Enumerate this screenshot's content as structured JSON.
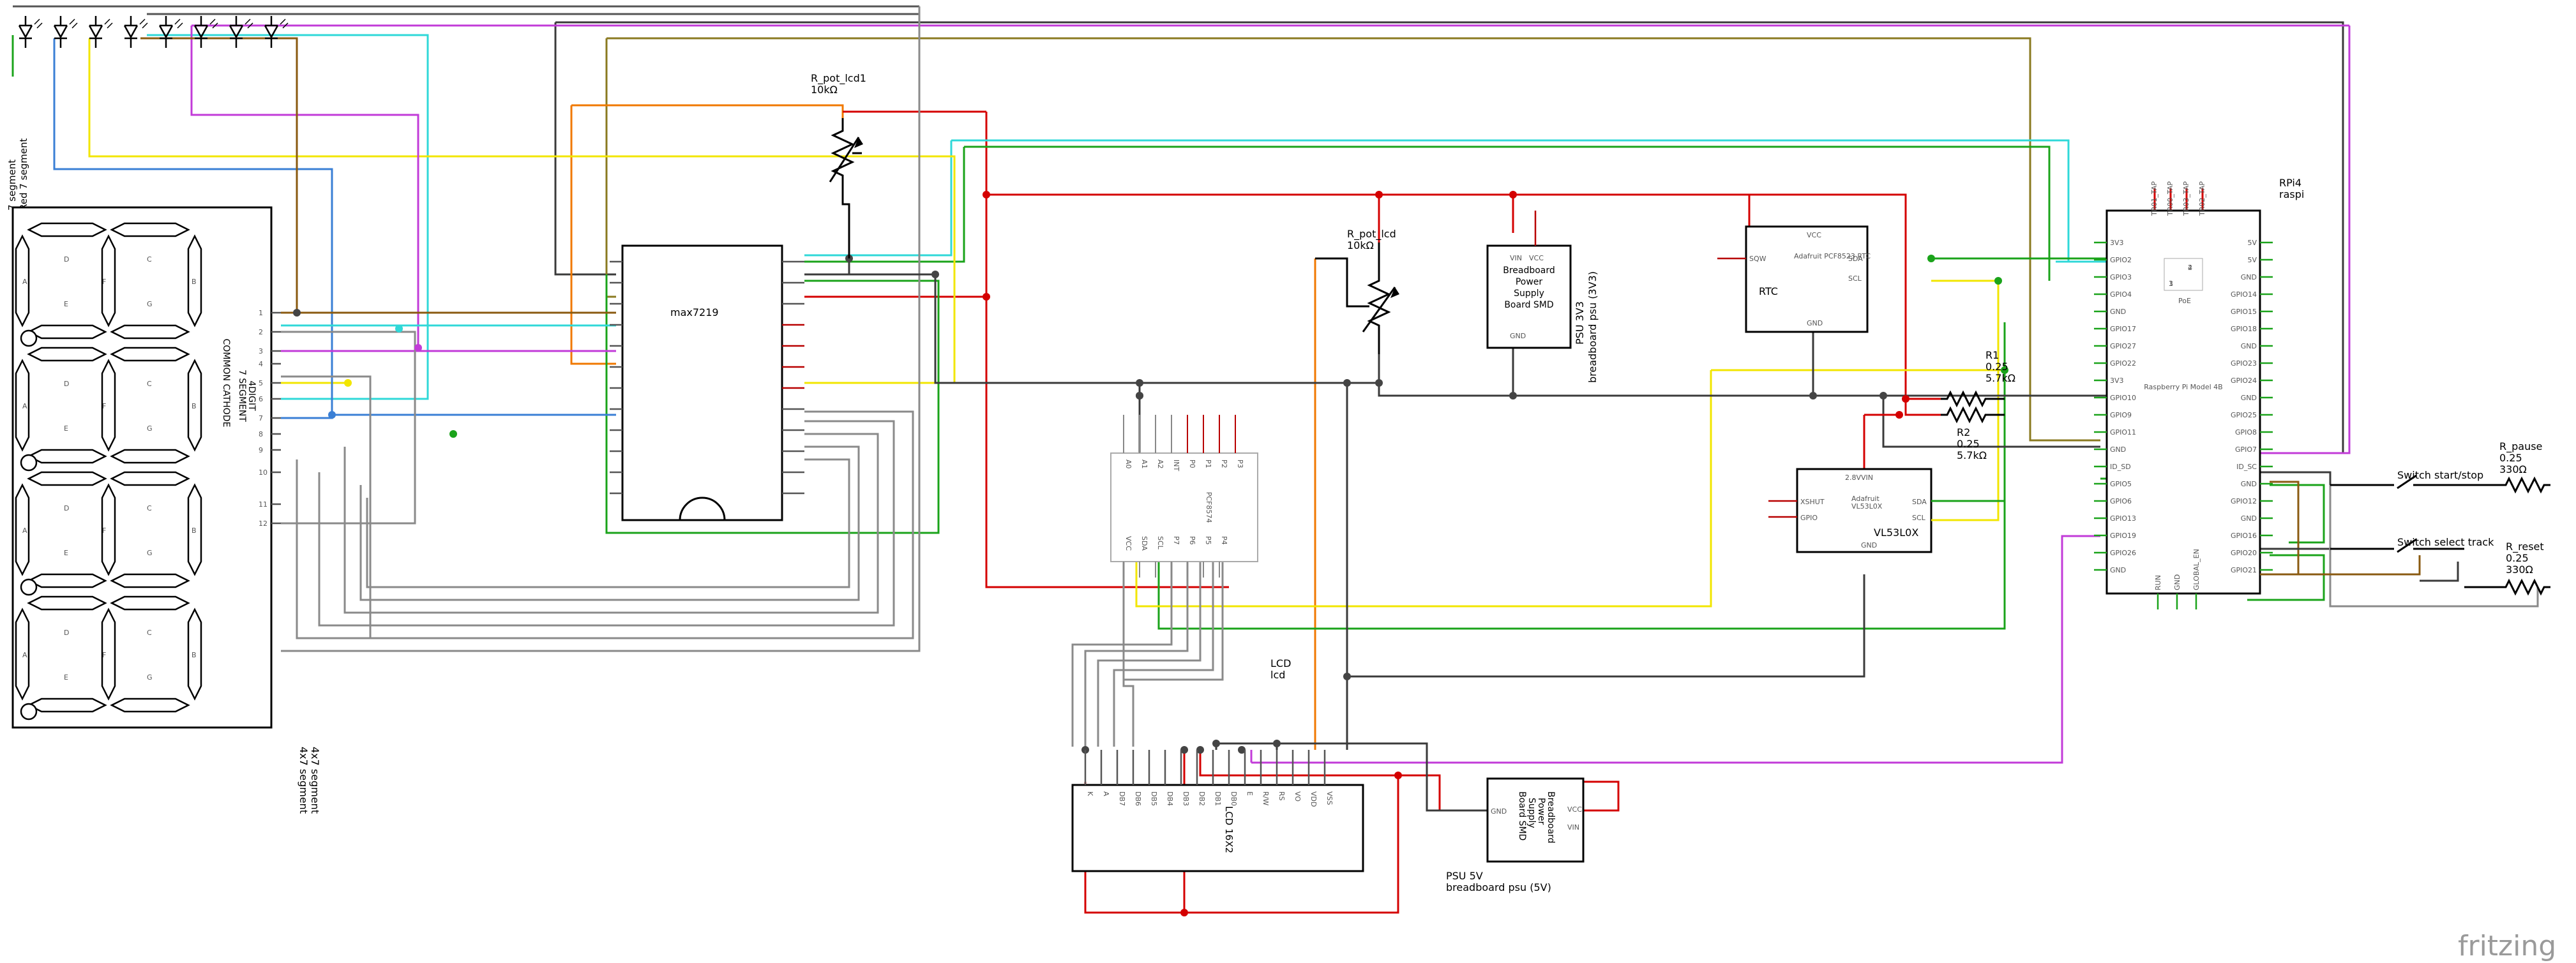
{
  "colors": {
    "black": "#3a3a3a",
    "gray": "#8a8a8a",
    "red": "#d40000",
    "green": "#1aa31a",
    "yellow": "#f2e600",
    "cyan": "#2fd8d8",
    "blue": "#3a7fd5",
    "magenta": "#c23bd8",
    "orange": "#f07800",
    "brown": "#8a5a10",
    "olive": "#8a7a20",
    "lead": "#b80000"
  },
  "seven_segment": {
    "name": "7 segment",
    "value": "Red 7 segment"
  },
  "display_4x7": {
    "orientation_label": "COMMON CATHODE",
    "digits_label": "7 SEGMENT",
    "digit_count": "4DIGIT",
    "name": "4x7 segment",
    "value": "4x7 segment",
    "pin_numbers": [
      "1",
      "2",
      "3",
      "4",
      "5",
      "6",
      "7",
      "8",
      "9",
      "10",
      "11",
      "12"
    ],
    "segment_letters": [
      "D",
      "E",
      "C",
      "G",
      "B",
      "A",
      "F"
    ]
  },
  "max7219": {
    "label": "max7219"
  },
  "pot1": {
    "name": "R_pot_lcd1",
    "value": "10kΩ"
  },
  "pot2": {
    "name": "R_pot_lcd",
    "value": "10kΩ"
  },
  "psu3v3": {
    "line1": "Breadboard",
    "line2": "Power",
    "line3": "Supply",
    "line4": "Board SMD",
    "name": "PSU 3V3",
    "value": "breadboard psu (3V3)",
    "pin_vin": "VIN",
    "pin_vcc": "VCC",
    "pin_gnd": "GND"
  },
  "psu5v": {
    "line1": "Breadboard",
    "line2": "Power",
    "line3": "Supply",
    "line4": "Board SMD",
    "name": "PSU 5V",
    "value": "breadboard psu (5V)",
    "pin_gnd": "GND",
    "pin_vcc": "VCC",
    "pin_vin": "VIN"
  },
  "rtc": {
    "label": "RTC",
    "chip": "Adafruit PCF8523 RTC",
    "pin_sqw": "SQW",
    "pin_vcc": "VCC",
    "pin_sda": "SDA",
    "pin_scl": "SCL",
    "pin_gnd": "GND"
  },
  "r1": {
    "name": "R1",
    "value1": "0.25",
    "value2": "5.7kΩ"
  },
  "r2": {
    "name": "R2",
    "value1": "0.25",
    "value2": "5.7kΩ"
  },
  "vl53": {
    "label": "VL53L0X",
    "chip1": "Adafruit",
    "chip2": "VL53L0X",
    "pin_xshut": "XSHUT",
    "pin_gpio": "GPIO",
    "pin_vin": "VIN",
    "pin_28v": "2.8V",
    "pin_sda": "SDA",
    "pin_scl": "SCL",
    "pin_gnd": "GND"
  },
  "pcf": {
    "label": "PCF8574",
    "top_pins": [
      "A0",
      "A1",
      "A2",
      "INT",
      "P0",
      "P1",
      "P2",
      "P3"
    ],
    "bottom_pins": [
      "VCC",
      "SDA",
      "SCL",
      "P7",
      "P6",
      "P5",
      "P4"
    ]
  },
  "lcd": {
    "name": "LCD",
    "value": "lcd",
    "model": "LCD 16X2",
    "pins": [
      "K",
      "A",
      "DB7",
      "DB6",
      "DB5",
      "DB4",
      "DB3",
      "DB2",
      "DB1",
      "DB0",
      "E",
      "R/W",
      "RS",
      "VO",
      "VDD",
      "VSS"
    ]
  },
  "rpi": {
    "name": "RPi4",
    "value": "raspi",
    "board": "Raspberry Pi Model 4B",
    "left_pins": [
      "3V3",
      "GPIO2",
      "GPIO3",
      "GPIO4",
      "GND",
      "GPIO17",
      "GPIO27",
      "GPIO22",
      "3V3",
      "GPIO10",
      "GPIO9",
      "GPIO11",
      "GND",
      "ID_SD",
      "GPIO5",
      "GPIO6",
      "GPIO13",
      "GPIO19",
      "GPIO26",
      "GND"
    ],
    "right_pins": [
      "5V",
      "5V",
      "GND",
      "GPIO14",
      "GPIO15",
      "GPIO18",
      "GND",
      "GPIO23",
      "GPIO24",
      "GND",
      "GPIO25",
      "GPIO8",
      "GPIO7",
      "ID_SC",
      "GND",
      "GPIO12",
      "GND",
      "GPIO16",
      "GPIO20",
      "GPIO21"
    ],
    "top_pins": [
      "TR01_TAP",
      "TR00_TAP",
      "TR03_TAP",
      "TR02_TAP"
    ],
    "poe_label": "PoE",
    "poe_nums": [
      "1",
      "2",
      "3",
      "4"
    ],
    "bottom_pins": [
      "RUN",
      "GND",
      "GLOBAL_EN"
    ]
  },
  "switch1": {
    "name": "Switch start/stop"
  },
  "switch2": {
    "name": "Switch select track"
  },
  "rpause": {
    "name": "R_pause",
    "value1": "0.25",
    "value2": "330Ω"
  },
  "rreset": {
    "name": "R_reset",
    "value1": "0.25",
    "value2": "330Ω"
  },
  "brand": "fritzing"
}
